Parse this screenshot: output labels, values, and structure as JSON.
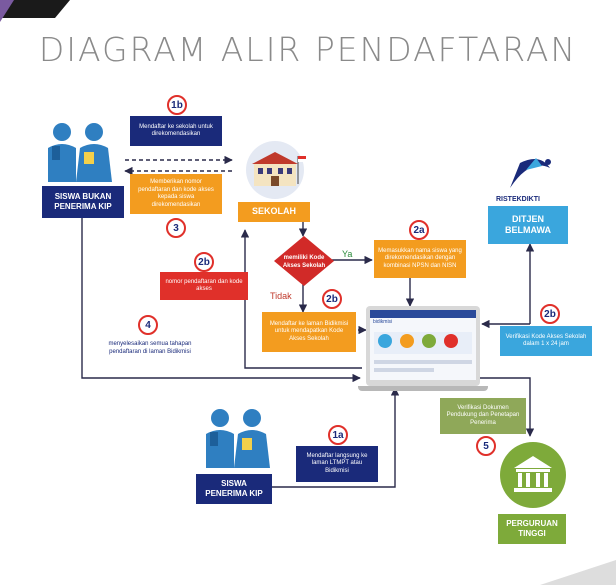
{
  "title": "DIAGRAM ALIR PENDAFTARAN",
  "actors": {
    "non_kip": "SISWA BUKAN PENERIMA KIP",
    "kip": "SISWA PENERIMA KIP",
    "sekolah": "SEKOLAH",
    "ditjen": "DITJEN BELMAWA",
    "ristek_logo": "RISTEKDIKTI",
    "pt": "PERGURUAN TINGGI"
  },
  "decision": {
    "label": "memiliki Kode Akses Sekolah",
    "yes": "Ya",
    "no": "Tidak"
  },
  "steps": {
    "s1b": {
      "num": "1b",
      "text": "Mendaftar ke sekolah untuk direkomendasikan"
    },
    "s3": {
      "num": "3",
      "text": "Memberikan nomor pendaftaran dan kode akses kepada siswa direkomendasikan"
    },
    "s2b_left": {
      "num": "2b",
      "text": "nomor pendaftaran dan kode akses"
    },
    "s2a": {
      "num": "2a",
      "text": "Memasukkan nama siswa yang direkomendasikan dengan kombinasi NPSN dan NISN"
    },
    "s2b_mid": {
      "num": "2b",
      "text": "Mendaftar ke laman Bidikmisi untuk mendapatkan Kode Akses Sekolah"
    },
    "s2b_right": {
      "num": "2b",
      "text": "Verifikasi Kode Akses Sekolah dalam 1 x 24 jam"
    },
    "s4": {
      "num": "4",
      "text": "menyelesaikan semua tahapan pendaftaran di laman Bidikmisi"
    },
    "s5": {
      "num": "5",
      "text": "Verifikasi Dokumen Pendukung dan Penetapan Penerima"
    },
    "s1a": {
      "num": "1a",
      "text": "Mendaftar langsung ke laman LTMPT atau Bidikmisi"
    }
  },
  "laptop": {
    "site_name": "bidikmisi"
  },
  "colors": {
    "navy": "#1a2a7a",
    "orange": "#f39c1f",
    "red": "#e0302a",
    "blue": "#3aa6dd",
    "green": "#7eaa3a",
    "olive": "#8fa859"
  }
}
